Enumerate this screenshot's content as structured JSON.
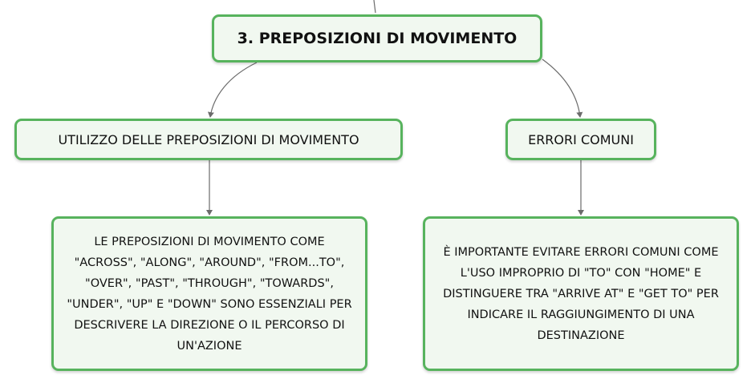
{
  "root": {
    "title": "3. PREPOSIZIONI DI MOVIMENTO"
  },
  "branches": [
    {
      "label": "UTILIZZO DELLE PREPOSIZIONI DI MOVIMENTO",
      "detail": "LE PREPOSIZIONI DI MOVIMENTO COME \"ACROSS\", \"ALONG\", \"AROUND\", \"FROM...TO\", \"OVER\", \"PAST\", \"THROUGH\", \"TOWARDS\", \"UNDER\", \"UP\" E \"DOWN\" SONO ESSENZIALI PER DESCRIVERE LA DIREZIONE O IL PERCORSO DI UN'AZIONE"
    },
    {
      "label": "ERRORI COMUNI",
      "detail": "È IMPORTANTE EVITARE ERRORI COMUNI COME L'USO IMPROPRIO DI \"TO\" CON \"HOME\" E DISTINGUERE TRA \"ARRIVE AT\" E \"GET TO\" PER INDICARE IL RAGGIUNGIMENTO DI UNA DESTINAZIONE"
    }
  ],
  "colors": {
    "node_border": "#57b35d",
    "node_fill": "#f1f8f0",
    "connector": "#6b6b6b"
  }
}
